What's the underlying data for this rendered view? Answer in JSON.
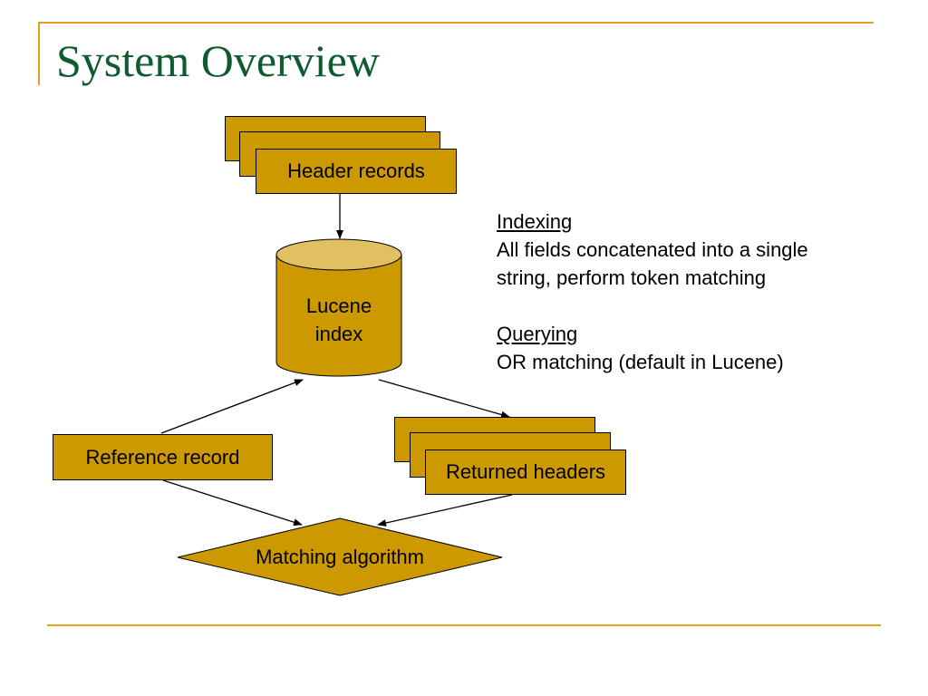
{
  "slide": {
    "title": "System Overview"
  },
  "diagram": {
    "nodes": {
      "header_records": "Header records",
      "lucene_index": [
        "Lucene",
        "index"
      ],
      "reference_record": "Reference record",
      "returned_headers": "Returned headers",
      "matching_algorithm": "Matching algorithm"
    }
  },
  "notes": {
    "indexing": {
      "heading": "Indexing",
      "line1": "All fields concatenated into a single",
      "line2": "string, perform token matching"
    },
    "querying": {
      "heading": "Querying",
      "line1": "OR matching (default in Lucene)"
    }
  },
  "colors": {
    "fill": "#cc9900",
    "cylinder_top": "#e0c060",
    "title": "#0f5a2e",
    "rule": "#e0a020"
  }
}
